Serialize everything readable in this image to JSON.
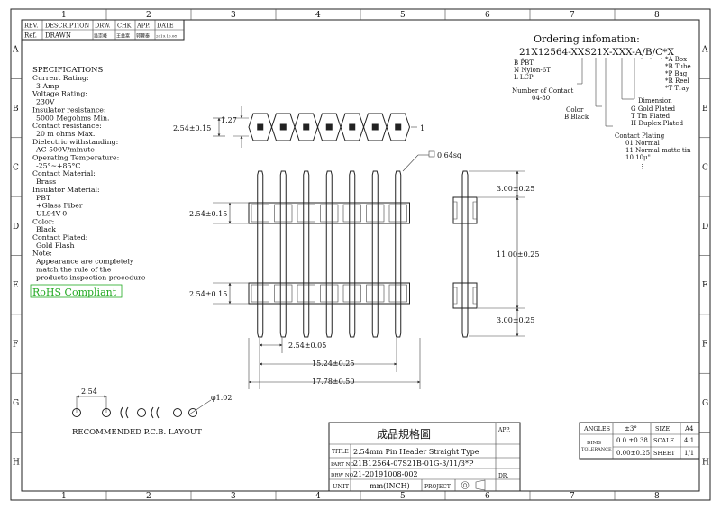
{
  "grid": {
    "columns": [
      "1",
      "2",
      "3",
      "4",
      "5",
      "6",
      "7",
      "8"
    ],
    "rows": [
      "A",
      "B",
      "C",
      "D",
      "E",
      "F",
      "G",
      "H"
    ]
  },
  "revision_block": {
    "headers": [
      "REV.",
      "DESCRIPTION",
      "DRW.",
      "CHK.",
      "APP.",
      "DATE"
    ],
    "row": {
      "rev": "Ref.",
      "description": "DRAWN",
      "drw": "吳崇峰",
      "chk": "王益富",
      "app": "郭豐泰",
      "date": "2019.10.08"
    }
  },
  "specifications": {
    "title": "SPECIFICATIONS",
    "lines": [
      "Current Rating:",
      "3 Amp",
      "Voltage Rating:",
      "230V",
      "Insulator resistance:",
      "5000 Megohms Min.",
      "Contact resistance:",
      "20 m ohms Max.",
      "Dielectric withstanding:",
      "AC 500V/minute",
      "Operating Temperature:",
      "-25°~+85°C",
      "Contact Material:",
      "Brass",
      "Insulator Material:",
      "PBT",
      "+Glass Fiber",
      "UL94V-0",
      "Color:",
      "Black",
      "Contact Plated:",
      "Gold Flash",
      "Note:",
      "Appearance are completely",
      "match the rule of the",
      "products inspection  procedure"
    ],
    "rohs": "RoHS Compliant",
    "rohs_color": "#22aa22"
  },
  "ordering": {
    "title": "Ordering infomation:",
    "code": "21X12564-XXS21X-XXX-A/B/C*X",
    "material": [
      "B PBT",
      "N Nylon-6T",
      "L LCP"
    ],
    "number_of_contact": [
      "Number of Contact",
      "04-80"
    ],
    "color": [
      "Color",
      "B Black"
    ],
    "packaging": [
      "*A Box",
      "*B Tube",
      "*P Bag",
      "*R Reel",
      "*T Tray"
    ],
    "dimension": "Dimension",
    "plating": [
      "G Gold Plated",
      "T Tin Plated",
      "H Duplex Plated"
    ],
    "contact_plating": [
      "Contact Plating",
      "01 Normal",
      "11 Normal matte tin",
      "10 10μ\"",
      "⋮   ⋮"
    ]
  },
  "dimensions": {
    "pitch_top": "2.54±0.15",
    "height_127": "1.27",
    "pin_one": "1",
    "pin_square": "0.64sq",
    "upper_pitch": "2.54±0.15",
    "lower_pitch": "2.54±0.15",
    "top_len": "3.00±0.25",
    "mid_len": "11.00±0.25",
    "bot_len": "3.00±0.25",
    "pin_pitch": "2.54±0.05",
    "span_six": "15.24±0.25",
    "total": "17.78±0.50",
    "pcb_pitch": "2.54",
    "pcb_hole": "φ1.02"
  },
  "pcb_layout_label": "RECOMMENDED P.C.B. LAYOUT",
  "title_block": {
    "chinese_title": "成品規格圖",
    "title_label": "TITLE",
    "title_value": "2.54mm Pin Header Straight Type",
    "part_label": "PART NO",
    "part_value": "21B12564-07S21B-01G-3/11/3*P",
    "drw_label": "DRW NO",
    "drw_value": "21-20191008-002",
    "unit_label": "UNIT",
    "unit_value": "mm(INCH)",
    "project_label": "PROJECT",
    "app_label": "APP.",
    "dr_label": "DR."
  },
  "tolerance_block": {
    "angles_label": "ANGLES",
    "angles_value": "±3°",
    "size_label": "SIZE",
    "size_value": "A4",
    "dims_label": "DIMS",
    "tol_label": "TOLERANCE",
    "tol1": "0.0  ±0.38",
    "tol2": "0.00±0.25",
    "scale_label": "SCALE",
    "scale_value": "4:1",
    "sheet_label": "SHEET",
    "sheet_value": "1/1"
  }
}
